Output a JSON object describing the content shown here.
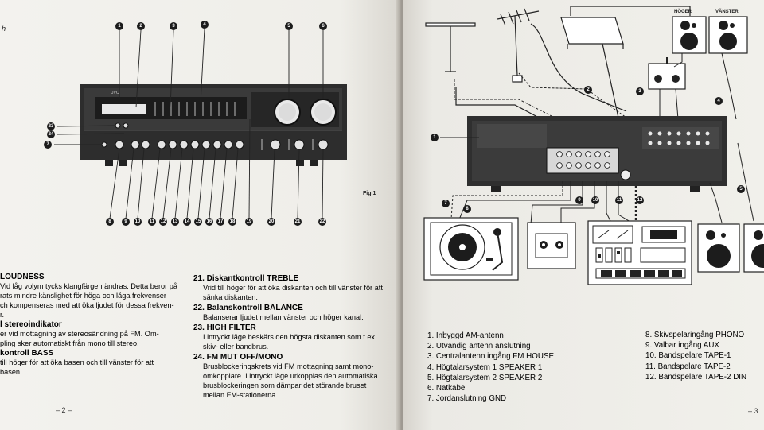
{
  "left_page": {
    "fig_label": "Fig 1",
    "top_note": "h",
    "callouts_top": [
      "1",
      "2",
      "3",
      "4",
      "5",
      "6"
    ],
    "callouts_left": [
      "23",
      "24",
      "7"
    ],
    "callouts_bottom": [
      "8",
      "9",
      "10",
      "11",
      "12",
      "13",
      "14",
      "15",
      "16",
      "17",
      "18",
      "19",
      "20",
      "21",
      "22"
    ],
    "sections_left": [
      {
        "heading": "LOUDNESS",
        "lines": [
          "Vid låg volym tycks klangfärgen ändras. Detta beror på",
          "rats mindre känslighet för höga och låga frekvenser",
          "ch kompenseras med att öka ljudet för dessa frekven-",
          "r."
        ]
      },
      {
        "heading": "l stereoindikator",
        "lines": [
          "er vid mottagning av stereosändning på FM. Om-",
          "pling sker automatiskt från mono till stereo."
        ]
      },
      {
        "heading": "kontroll BASS",
        "lines": [
          "till höger för att öka basen och till vänster för att",
          "basen."
        ]
      }
    ],
    "sections_right": [
      {
        "heading": "21. Diskantkontroll TREBLE",
        "lines": [
          "Vrid till höger för att öka diskanten och till vänster för att",
          "sänka diskanten."
        ]
      },
      {
        "heading": "22. Balanskontroll BALANCE",
        "lines": [
          "Balanserar ljudet mellan vänster och höger kanal."
        ]
      },
      {
        "heading": "23. HIGH FILTER",
        "lines": [
          "I intryckt läge beskärs den högsta diskanten som t ex",
          "skiv- eller bandbrus."
        ]
      },
      {
        "heading": "24. FM MUT OFF/MONO",
        "lines": [
          "Brusblockeringskrets vid FM mottagning samt mono-",
          "omkopplare. I intryckt läge urkopplas den automatiska",
          "brusblockeringen som dämpar det störande bruset",
          "mellan FM-stationerna."
        ]
      }
    ],
    "page_number": "– 2 –"
  },
  "right_page": {
    "speaker_labels": [
      "HÖGER",
      "VÄNSTER"
    ],
    "callouts": [
      "1",
      "2",
      "3",
      "4",
      "5",
      "7",
      "8",
      "9",
      "10",
      "11",
      "12"
    ],
    "list_left": [
      "1. Inbyggd AM-antenn",
      "2. Utvändig antenn anslutning",
      "3. Centralantenn ingång FM HOUSE",
      "4. Högtalarsystem 1 SPEAKER 1",
      "5. Högtalarsystem 2 SPEAKER 2",
      "6. Nätkabel",
      "7. Jordanslutning GND"
    ],
    "list_right": [
      "8. Skivspelaringång PHONO",
      "9. Valbar ingång AUX",
      "10. Bandspelare TAPE-1",
      "11. Bandspelare TAPE-2",
      "12. Bandspelare TAPE-2 DIN"
    ],
    "page_number": "– 3"
  },
  "colors": {
    "paper": "#f2f1ec",
    "ink": "#1c1c1c",
    "device_dark": "#2b2b2b"
  }
}
